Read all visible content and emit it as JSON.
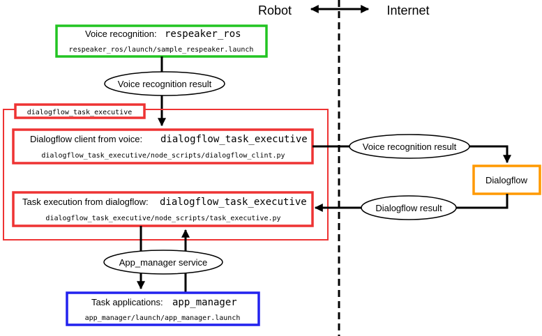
{
  "header": {
    "robot": "Robot",
    "internet": "Internet"
  },
  "voice_recognition": {
    "label": "Voice recognition:",
    "package": "respeaker_ros",
    "path": "respeaker_ros/launch/sample_respeaker.launch"
  },
  "voice_result_ellipse": "Voice recognition result",
  "task_executive_group": {
    "label": "dialogflow_task_executive"
  },
  "dialogflow_client": {
    "label": "Dialogflow client from voice:",
    "package": "dialogflow_task_executive",
    "path": "dialogflow_task_executive/node_scripts/dialogflow_clint.py"
  },
  "task_execution": {
    "label": "Task execution from dialogflow:",
    "package": "dialogflow_task_executive",
    "path": "dialogflow_task_executive/node_scripts/task_executive.py"
  },
  "internet_voice_result_ellipse": "Voice recognition result",
  "dialogflow_box": "Dialogflow",
  "dialogflow_result_ellipse": "Dialogflow result",
  "app_manager_service_ellipse": "App_manager service",
  "task_applications": {
    "label": "Task applications:",
    "package": "app_manager",
    "path": "app_manager/launch/app_manager.launch"
  },
  "colors": {
    "green": "#22c422",
    "red": "#ee3333",
    "orange": "#ff9900",
    "blue": "#2222ee"
  }
}
